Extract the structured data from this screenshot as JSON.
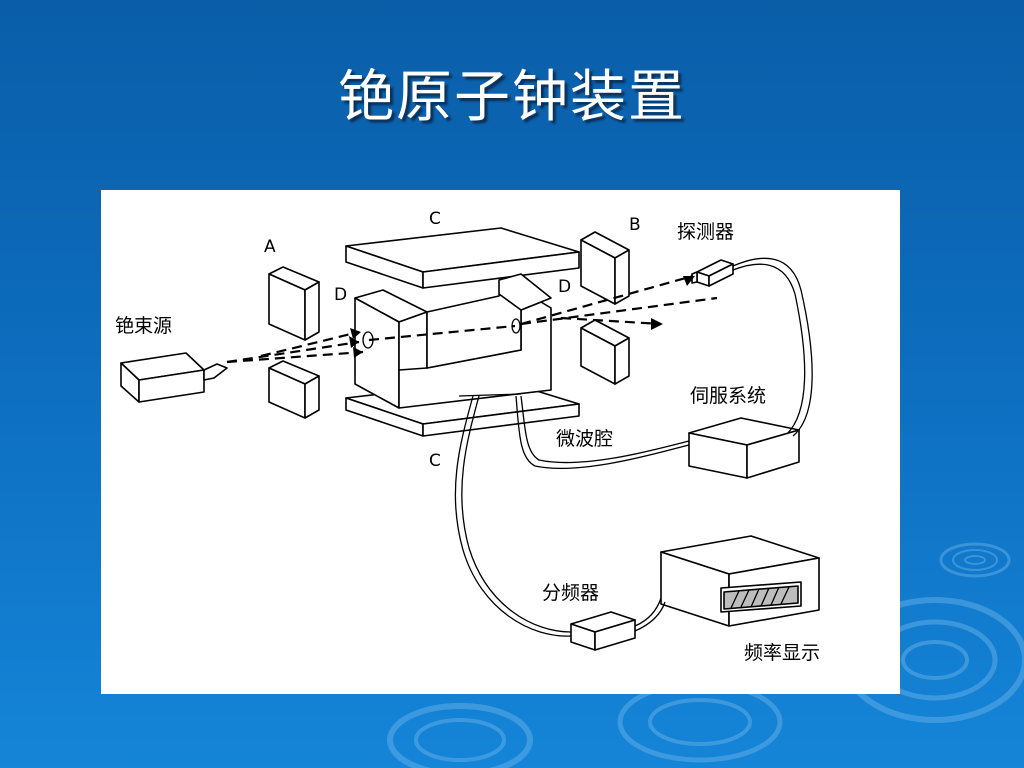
{
  "slide": {
    "title": "铯原子钟装置"
  },
  "diagram": {
    "labels": {
      "cesium_source": "铯束源",
      "magnet_a": "A",
      "magnet_b": "B",
      "plate_c_top": "C",
      "plate_c_bottom": "C",
      "d_left": "D",
      "d_right": "D",
      "detector": "探测器",
      "servo": "伺服系统",
      "microwave_cavity": "微波腔",
      "divider": "分频器",
      "frequency_display": "频率显示"
    }
  }
}
